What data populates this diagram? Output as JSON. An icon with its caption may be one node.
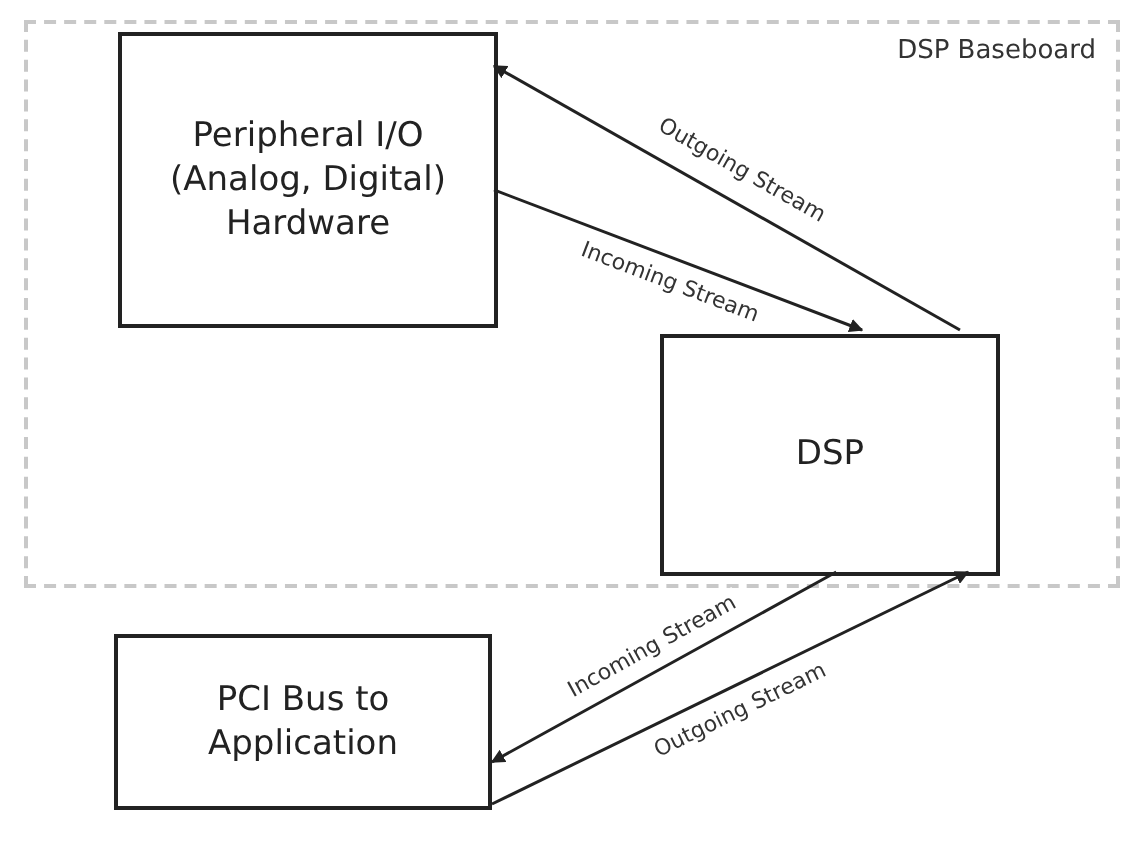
{
  "diagram": {
    "nodes": [
      {
        "text": [
          "DSP Baseboard"
        ]
      },
      {
        "text": [
          "Peripheral I/O (Analog, Digital) Hardware"
        ],
        "in": 0
      },
      {
        "text": [
          "DSP"
        ],
        "in": 0
      },
      {
        "text": [
          "PCI Bus to Application"
        ]
      }
    ],
    "edges": [
      {
        "from": 2,
        "to": 1,
        "arrow": "to",
        "label": "Outgoing Stream"
      },
      {
        "from": 1,
        "to": 2,
        "arrow": "to",
        "label": "Incoming Stream"
      },
      {
        "from": 2,
        "to": 3,
        "arrow": "to",
        "label": "Incoming Stream"
      },
      {
        "from": 3,
        "to": 2,
        "arrow": "to",
        "label": "Outgoing Stream"
      }
    ]
  }
}
